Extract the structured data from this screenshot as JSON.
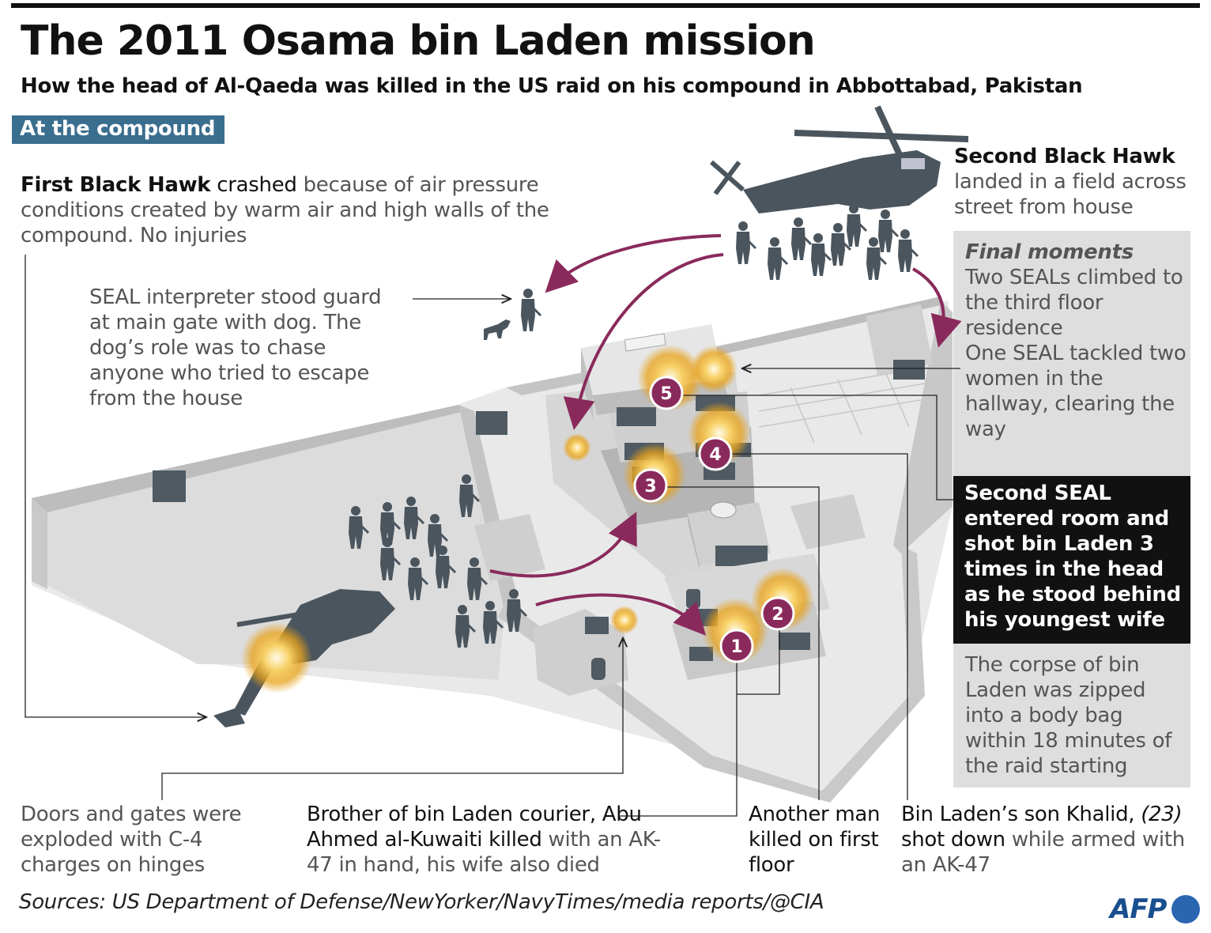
{
  "header": {
    "title": "The 2011 Osama bin Laden mission",
    "subtitle": "How the head of Al-Qaeda was killed in the US raid on his compound in Abbottabad, Pakistan",
    "section_label": "At the compound"
  },
  "annotations": {
    "first_hawk_bold": "First Black Hawk",
    "first_hawk_dark": " crashed",
    "first_hawk_rest": " because of air pressure conditions created by warm air and high walls of the compound. No injuries",
    "second_hawk_bold": "Second Black Hawk",
    "second_hawk_rest": "landed in a field across street from house",
    "interpreter": "SEAL interpreter stood guard at main gate with dog. The dog’s role was to chase anyone who tried to escape from the house",
    "doors": "Doors and gates were exploded with C-4 charges on hinges",
    "brother_dark": "Brother of bin Laden courier, Abu Ahmed al-Kuwaiti killed",
    "brother_rest": " with an AK-47 in hand, his wife also died",
    "another_man": "Another man killed on first floor",
    "son_dark": "Bin Laden’s son Khalid,",
    "son_italic": "(23)",
    "son_dark2": " shot down",
    "son_rest": " while armed with an AK-47"
  },
  "panel": {
    "final_title": "Final moments",
    "climb": "Two SEALs climbed to the third floor residence",
    "tackled": "One SEAL tackled two women in the hallway, clearing the way",
    "second_seal": "Second SEAL entered room and shot bin Laden 3 times in the head as he stood behind his youngest wife",
    "corpse": "The corpse of bin Laden was zipped into a body bag within 18 minutes of the raid starting"
  },
  "markers": [
    "1",
    "2",
    "3",
    "4",
    "5"
  ],
  "footer": {
    "source": "Sources: US Department of Defense/NewYorker/NavyTimes/media reports/@CIA",
    "logo": "AFP"
  },
  "colors": {
    "accent_label": "#3a6e8f",
    "arrow": "#8a2a5c",
    "marker": "#8a2a5c",
    "explosion": "#e8a21a",
    "soldier": "#4a555e"
  }
}
